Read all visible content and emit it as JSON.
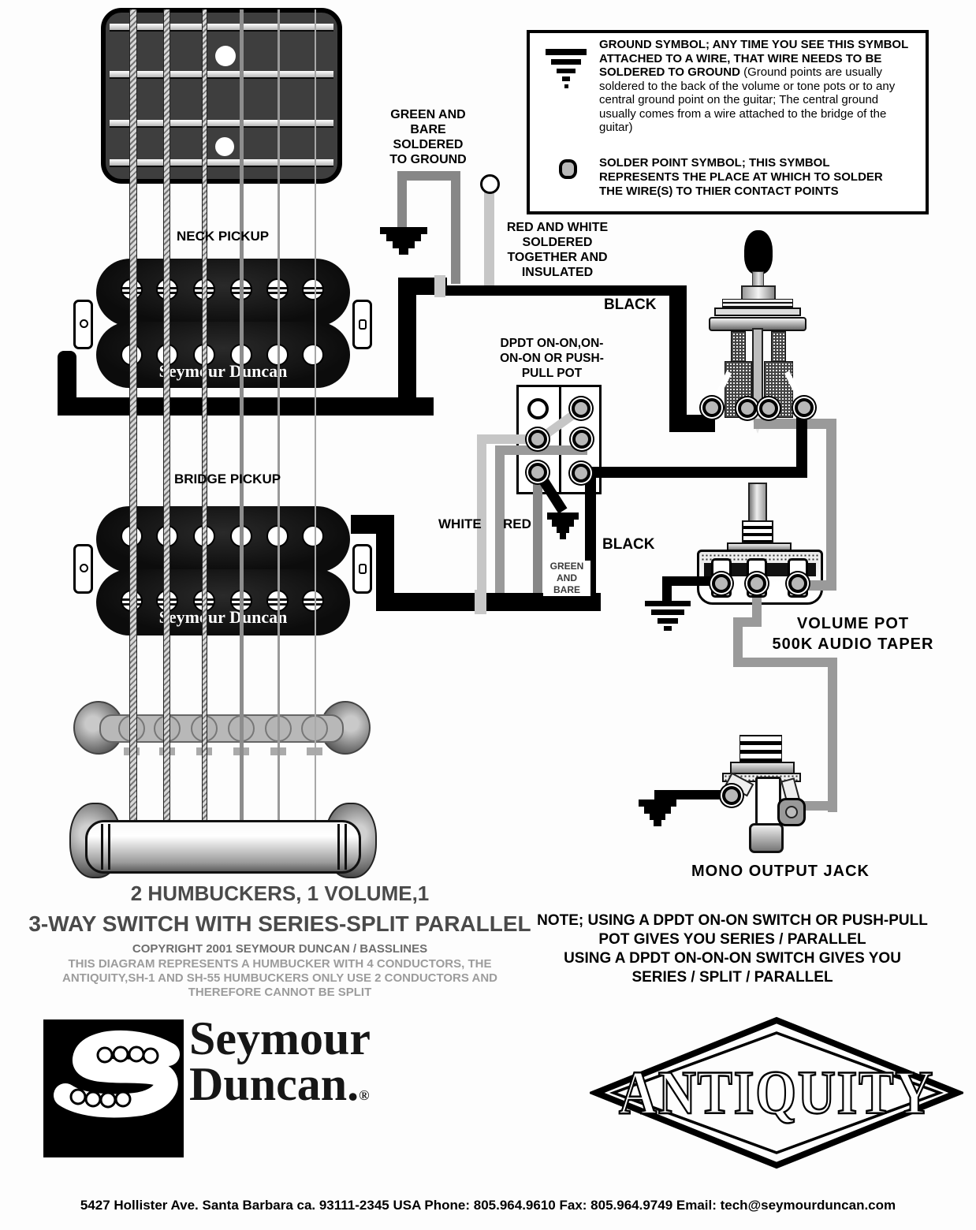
{
  "legend_box": {
    "ground_bold": "GROUND SYMBOL; ANY TIME YOU SEE THIS SYMBOL ATTACHED TO A WIRE, THAT WIRE NEEDS TO BE SOLDERED TO GROUND",
    "ground_rest": "  (Ground points are usually soldered to the back of the volume or tone pots or to any central ground point on the guitar; The central ground usually comes from a wire attached to the bridge of the guitar)",
    "solder_text": "SOLDER POINT SYMBOL; THIS SYMBOL REPRESENTS THE PLACE AT WHICH TO SOLDER THE WIRE(S) TO THIER CONTACT POINTS"
  },
  "diagram_labels": {
    "neck_pickup": "NECK PICKUP",
    "bridge_pickup": "BRIDGE PICKUP",
    "green_bare_ground": "GREEN AND\nBARE\nSOLDERED\nTO GROUND",
    "red_white_insulated": "RED AND WHITE\nSOLDERED\nTOGETHER AND\nINSULATED",
    "black_neck": "BLACK",
    "black_bridge": "BLACK",
    "dpdt_switch": "DPDT ON-ON,ON-\nON-ON OR PUSH-\nPULL POT",
    "white": "WHITE",
    "red": "RED",
    "green_and_bare": "GREEN\nAND\nBARE",
    "volume_pot": "VOLUME POT\n500K AUDIO TAPER",
    "mono_output_jack": "MONO OUTPUT JACK"
  },
  "pickups": {
    "brand": "Seymour Duncan"
  },
  "title_block": {
    "line1": "2 HUMBUCKERS, 1 VOLUME,1",
    "line2": "3-WAY SWITCH WITH SERIES-SPLIT PARALLEL",
    "copyright": "COPYRIGHT 2001 SEYMOUR DUNCAN / BASSLINES",
    "disclaimer": "THIS DIAGRAM REPRESENTS A HUMBUCKER WITH 4 CONDUCTORS, THE\nANTIQUITY,SH-1 AND SH-55 HUMBUCKERS ONLY USE 2 CONDUCTORS AND\nTHEREFORE CANNOT BE SPLIT"
  },
  "note_block": {
    "text": "NOTE; USING A DPDT ON-ON SWITCH OR PUSH-PULL\nPOT GIVES YOU SERIES / PARALLEL\nUSING A DPDT ON-ON-ON SWITCH GIVES YOU\nSERIES / SPLIT / PARALLEL"
  },
  "logos": {
    "seymour": "Seymour",
    "duncan": "Duncan",
    "period": ".",
    "registered": "®",
    "antiquity": "ANTIQUITY"
  },
  "footer": {
    "address": "5427 Hollister Ave. Santa Barbara ca. 93111-2345 USA  Phone: 805.964.9610  Fax: 805.964.9749   Email: tech@seymourduncan.com"
  },
  "colors": {
    "wire_black": "#000000",
    "wire_white": "#c6c6c6",
    "wire_red": "#9a9a9a",
    "wire_green_bare": "#878787",
    "solder_gray": "#b8b8b8",
    "title_gray": "#4a4a4a",
    "muted_gray": "#9c9c9c"
  }
}
